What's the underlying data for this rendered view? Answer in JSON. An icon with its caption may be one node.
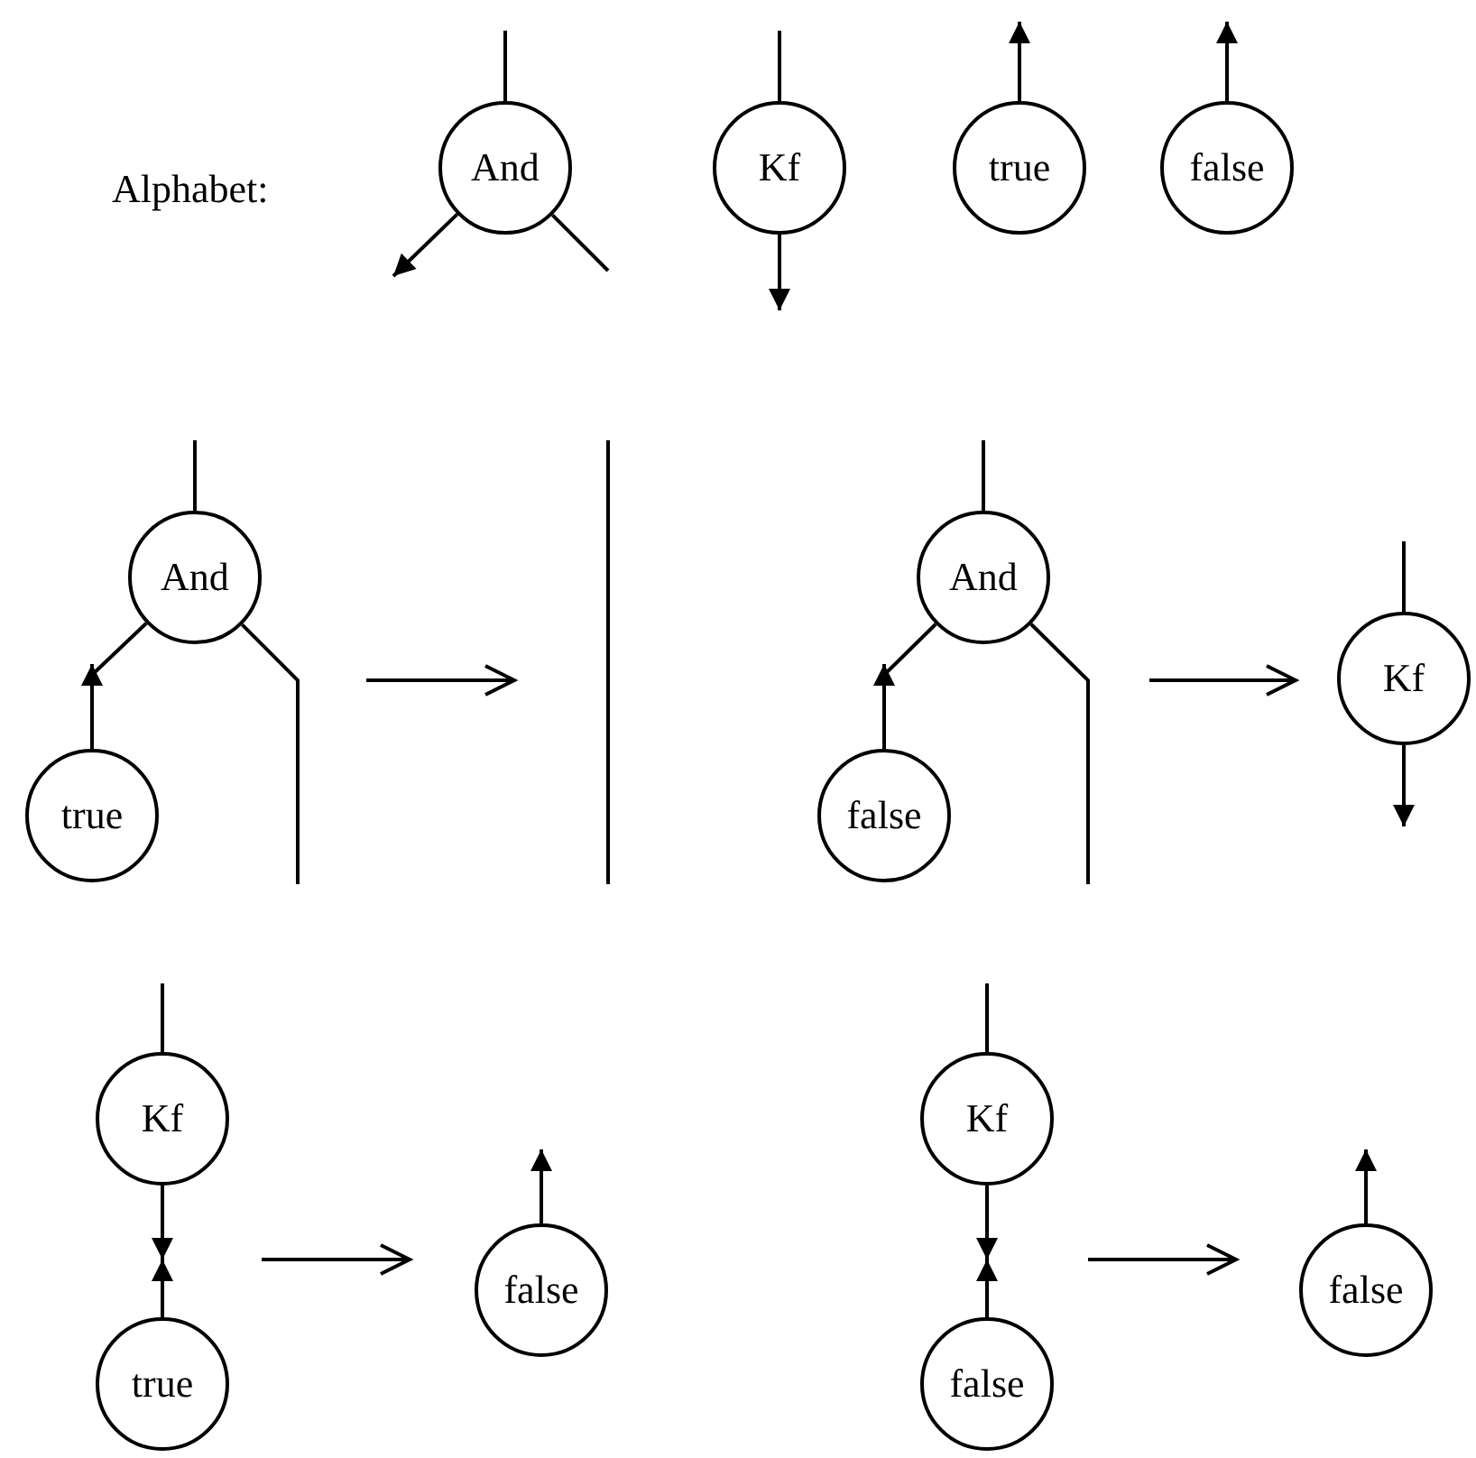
{
  "diagram": {
    "nodes": [
      {
        "text": [
          "And"
        ]
      },
      {
        "text": [
          "Kf"
        ]
      },
      {
        "text": [
          "true"
        ]
      },
      {
        "text": [
          "false"
        ]
      },
      {
        "text": [
          "And"
        ]
      },
      {
        "text": [
          "And"
        ]
      },
      {
        "text": [
          "Kf"
        ]
      },
      {
        "text": [
          "true"
        ]
      },
      {
        "text": [
          "false"
        ]
      },
      {
        "text": [
          "Kf"
        ]
      },
      {
        "text": [
          "Kf"
        ]
      },
      {
        "text": [
          "false"
        ]
      },
      {
        "text": [
          "false"
        ]
      },
      {
        "text": [
          "true"
        ]
      },
      {
        "text": [
          "false"
        ]
      }
    ],
    "edges": [
      {
        "from": null,
        "to": 0,
        "arrow": "none"
      },
      {
        "from": 0,
        "to": null,
        "arrow": "to"
      },
      {
        "from": 0,
        "to": null,
        "arrow": "none"
      },
      {
        "from": null,
        "to": 1,
        "arrow": "none"
      },
      {
        "from": 1,
        "to": null,
        "arrow": "to"
      },
      {
        "from": 2,
        "to": null,
        "arrow": "to"
      },
      {
        "from": 3,
        "to": null,
        "arrow": "to"
      },
      {
        "from": null,
        "to": 4,
        "arrow": "none"
      },
      {
        "from": 7,
        "to": 4,
        "arrow": "to"
      },
      {
        "from": 4,
        "to": null,
        "arrow": "none"
      },
      {
        "from": 4,
        "to": null,
        "arrow": "none"
      },
      {
        "from": null,
        "to": 5,
        "arrow": "none"
      },
      {
        "from": 8,
        "to": 5,
        "arrow": "to"
      },
      {
        "from": 5,
        "to": null,
        "arrow": "none"
      },
      {
        "from": 5,
        "to": null,
        "arrow": "none"
      },
      {
        "from": null,
        "to": 6,
        "arrow": "none"
      },
      {
        "from": 6,
        "to": null,
        "arrow": "to"
      },
      {
        "from": null,
        "to": 9,
        "arrow": "none"
      },
      {
        "from": 9,
        "to": null,
        "arrow": "to"
      },
      {
        "from": 13,
        "to": null,
        "arrow": "to"
      },
      {
        "from": 11,
        "to": null,
        "arrow": "to"
      },
      {
        "from": null,
        "to": 10,
        "arrow": "none"
      },
      {
        "from": 10,
        "to": null,
        "arrow": "to"
      },
      {
        "from": 14,
        "to": null,
        "arrow": "to"
      },
      {
        "from": 12,
        "to": null,
        "arrow": "to"
      }
    ],
    "labels": [
      "Alphabet:"
    ]
  }
}
